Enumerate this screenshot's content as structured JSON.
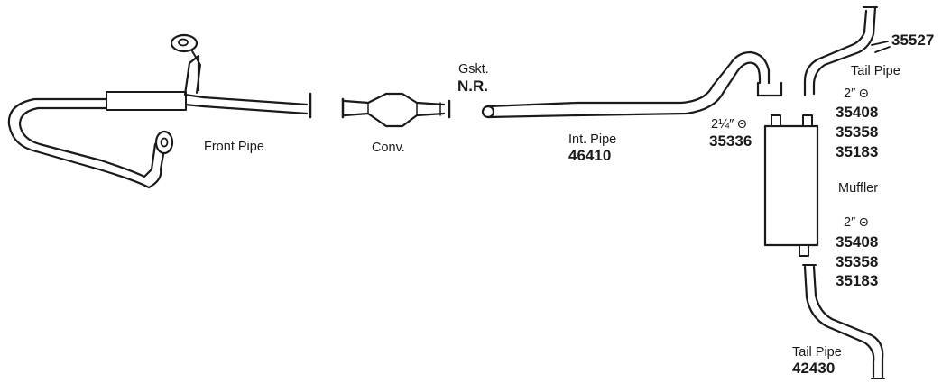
{
  "front_pipe": {
    "name": "Front Pipe"
  },
  "converter": {
    "name": "Conv."
  },
  "gasket": {
    "name": "Gskt.",
    "part": "N.R."
  },
  "int_pipe": {
    "name": "Int. Pipe",
    "part": "46410"
  },
  "inlet_clamp": {
    "size": "2¼″",
    "part": "35336"
  },
  "upper_tail_pipe": {
    "name": "Tail Pipe",
    "part": "35527"
  },
  "upper_clamp": {
    "size": "2″",
    "parts": [
      "35408",
      "35358",
      "35183"
    ]
  },
  "muffler": {
    "name": "Muffler"
  },
  "lower_clamp": {
    "size": "2″",
    "parts": [
      "35408",
      "35358",
      "35183"
    ]
  },
  "lower_tail_pipe": {
    "name": "Tail Pipe",
    "part": "42430"
  },
  "clamp_symbol": "clamp-icon",
  "colors": {
    "line": "#1a1a1a",
    "fill": "#ffffff",
    "text": "#1a1a1a"
  }
}
